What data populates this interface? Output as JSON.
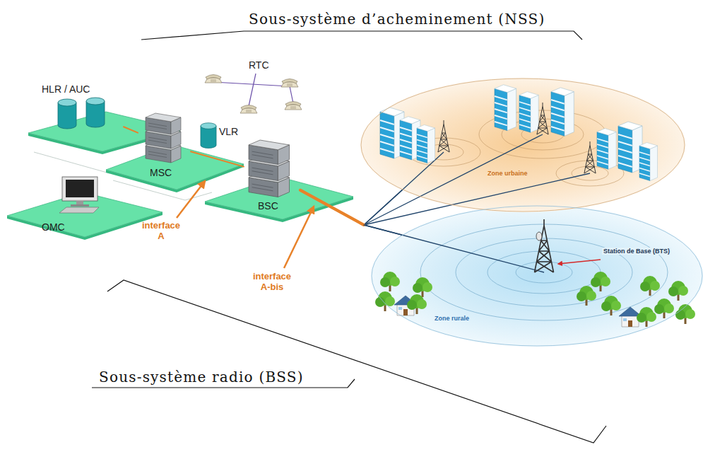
{
  "diagram": {
    "nodes": [
      {
        "text": [
          "HLR / AUC"
        ]
      },
      {
        "text": [
          "VLR"
        ]
      },
      {
        "text": [
          "MSC"
        ]
      },
      {
        "text": [
          "OMC"
        ]
      },
      {
        "text": [
          "BSC"
        ]
      },
      {
        "text": [
          "Zone urbaine"
        ]
      },
      {
        "text": [
          "Zone rurale"
        ]
      }
    ],
    "edges": [
      {
        "from": 0,
        "to": 2,
        "arrow": "none"
      },
      {
        "from": 2,
        "to": 4,
        "arrow": "none"
      },
      {
        "from": 4,
        "to": 5,
        "arrow": "none"
      },
      {
        "from": 4,
        "to": 6,
        "arrow": "none"
      }
    ],
    "labels": [
      "Sous-système d’acheminement (NSS)",
      "RTC",
      "interface A",
      "interface A-bis",
      "Station de Base (BTS)",
      "Sous-système radio (BSS)"
    ]
  }
}
